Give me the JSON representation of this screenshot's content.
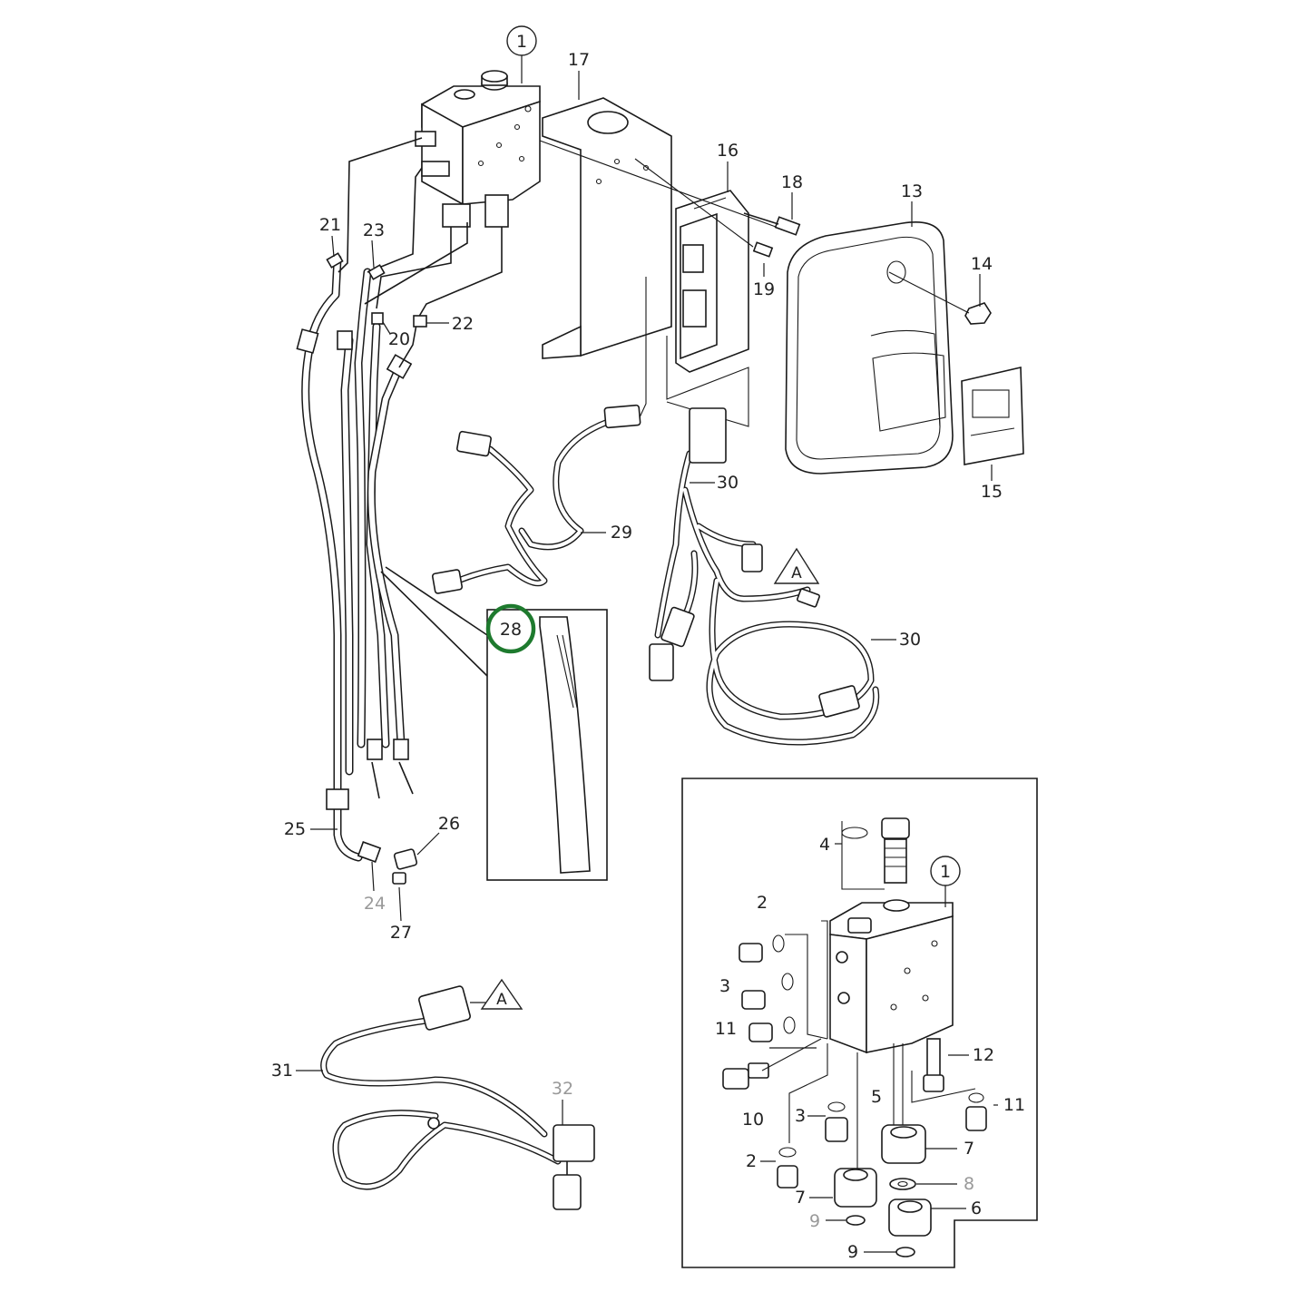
{
  "highlight_color": "#1e7a2e",
  "callouts": {
    "c1_top": "1",
    "c17": "17",
    "c16": "16",
    "c18": "18",
    "c13": "13",
    "c14": "14",
    "c19": "19",
    "c21": "21",
    "c23": "23",
    "c20": "20",
    "c22": "22",
    "c30_a": "30",
    "c29": "29",
    "c15": "15",
    "c30_b": "30",
    "c28": "28",
    "c25": "25",
    "c26": "26",
    "c24": "24",
    "c27": "27",
    "c31": "31",
    "c32": "32",
    "tri_a1": "A",
    "tri_a2": "A",
    "d4": "4",
    "d1": "1",
    "d2_a": "2",
    "d3_a": "3",
    "d11_a": "11",
    "d10": "10",
    "d12": "12",
    "d5": "5",
    "d11_b": "11",
    "d3_b": "3",
    "d2_b": "2",
    "d7_a": "7",
    "d8": "8",
    "d7_b": "7",
    "d6": "6",
    "d9_a": "9",
    "d9_b": "9"
  }
}
